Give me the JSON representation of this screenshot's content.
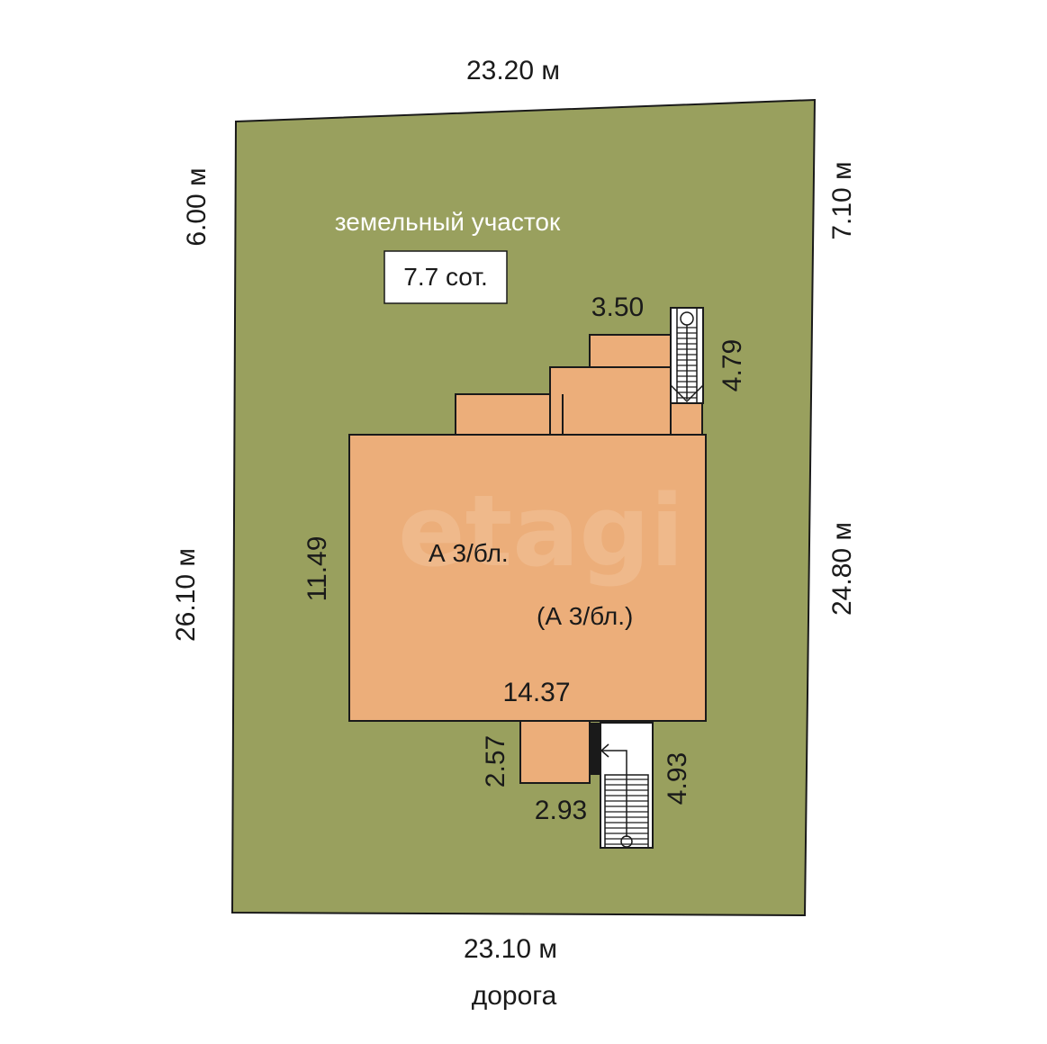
{
  "colors": {
    "land": "#99a05e",
    "building": "#ecae7a",
    "outline": "#1a1a1a",
    "watermark": "#efb98b"
  },
  "plot": {
    "label": "земельный участок",
    "area": "7.7 сот.",
    "sides": {
      "top": "23.20 м",
      "bottom": "23.10 м",
      "left_upper": "6.00 м",
      "left_lower": "26.10 м",
      "right_upper": "7.10 м",
      "right_lower": "24.80 м"
    },
    "road": "дорога"
  },
  "building": {
    "label_main": "А 3/бл.",
    "label_sub": "(А 3/бл.)",
    "width": "14.37",
    "depth": "11.49",
    "annex_top_width": "3.50",
    "stair_top_length": "4.79",
    "porch_depth": "2.57",
    "porch_width": "2.93",
    "stair_bottom_length": "4.93"
  },
  "watermark": "etagi"
}
